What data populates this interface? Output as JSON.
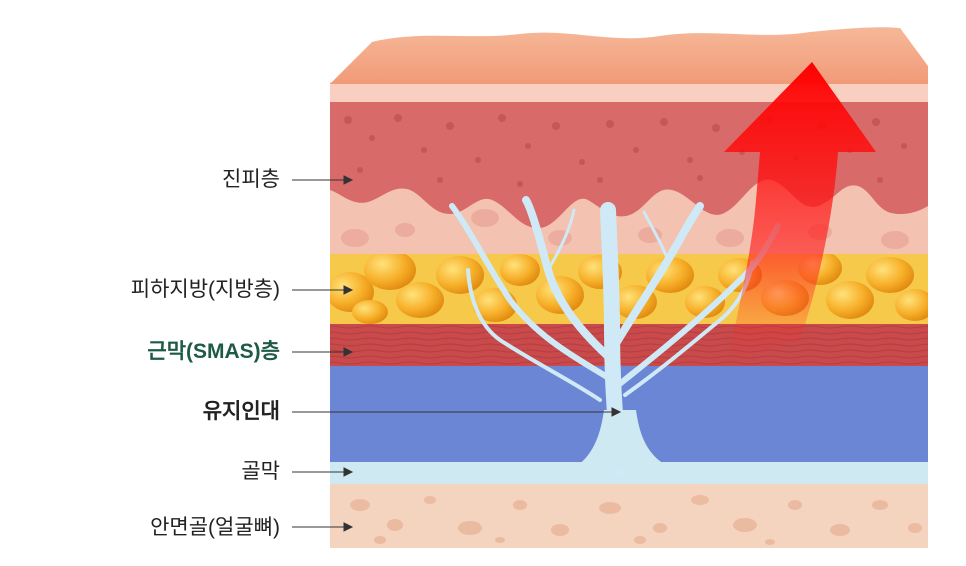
{
  "labels": {
    "dermis": "진피층",
    "fat": "피하지방(지방층)",
    "smas": "근막(SMAS)층",
    "ligament": "유지인대",
    "periosteum": "골막",
    "bone": "안면골(얼굴뼈)"
  },
  "colors": {
    "epidermis": "#f4a98b",
    "dermis": "#d86a6a",
    "papillary": "#f3c2b0",
    "fat": "#f7b02a",
    "smas": "#c94a4a",
    "ligament_band": "#6c86d6",
    "periosteum": "#cfe9f3",
    "bone": "#f4d3bf",
    "ligament_fiber": "#cfeaf6",
    "arrow": "#ff1a1a",
    "label_accent": "#1e5b44"
  },
  "icons": [
    "lifting-up-arrow-icon"
  ]
}
